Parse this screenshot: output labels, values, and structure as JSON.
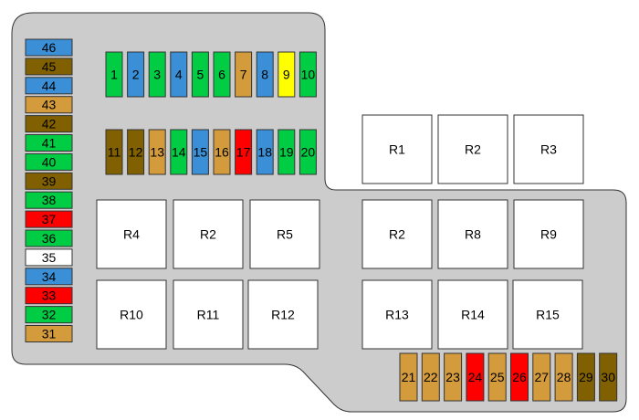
{
  "colors": {
    "blue": "#3a8fd6",
    "brown": "#806000",
    "tan": "#d39b3c",
    "green": "#00cc44",
    "yellow": "#ffff00",
    "red": "#ff0000",
    "white": "#ffffff",
    "panel": "#cccccc",
    "outline": "#333333"
  },
  "fuses": [
    {
      "label": "46",
      "color": "blue"
    },
    {
      "label": "45",
      "color": "brown"
    },
    {
      "label": "44",
      "color": "blue"
    },
    {
      "label": "43",
      "color": "tan"
    },
    {
      "label": "42",
      "color": "brown"
    },
    {
      "label": "41",
      "color": "green"
    },
    {
      "label": "40",
      "color": "green"
    },
    {
      "label": "39",
      "color": "brown"
    },
    {
      "label": "38",
      "color": "green"
    },
    {
      "label": "37",
      "color": "red"
    },
    {
      "label": "36",
      "color": "green"
    },
    {
      "label": "35",
      "color": "white"
    },
    {
      "label": "34",
      "color": "blue"
    },
    {
      "label": "33",
      "color": "red"
    },
    {
      "label": "32",
      "color": "green"
    },
    {
      "label": "31",
      "color": "tan"
    },
    {
      "label": "1",
      "color": "green"
    },
    {
      "label": "2",
      "color": "blue"
    },
    {
      "label": "3",
      "color": "green"
    },
    {
      "label": "4",
      "color": "blue"
    },
    {
      "label": "5",
      "color": "green"
    },
    {
      "label": "6",
      "color": "green"
    },
    {
      "label": "7",
      "color": "tan"
    },
    {
      "label": "8",
      "color": "blue"
    },
    {
      "label": "9",
      "color": "yellow"
    },
    {
      "label": "10",
      "color": "green"
    },
    {
      "label": "11",
      "color": "brown"
    },
    {
      "label": "12",
      "color": "brown"
    },
    {
      "label": "13",
      "color": "tan"
    },
    {
      "label": "14",
      "color": "green"
    },
    {
      "label": "15",
      "color": "blue"
    },
    {
      "label": "16",
      "color": "tan"
    },
    {
      "label": "17",
      "color": "red"
    },
    {
      "label": "18",
      "color": "blue"
    },
    {
      "label": "19",
      "color": "green"
    },
    {
      "label": "20",
      "color": "green"
    },
    {
      "label": "21",
      "color": "tan"
    },
    {
      "label": "22",
      "color": "tan"
    },
    {
      "label": "23",
      "color": "tan"
    },
    {
      "label": "24",
      "color": "red"
    },
    {
      "label": "25",
      "color": "tan"
    },
    {
      "label": "26",
      "color": "red"
    },
    {
      "label": "27",
      "color": "tan"
    },
    {
      "label": "28",
      "color": "tan"
    },
    {
      "label": "29",
      "color": "brown"
    },
    {
      "label": "30",
      "color": "brown"
    }
  ],
  "relays": [
    {
      "label": "R1"
    },
    {
      "label": "R2"
    },
    {
      "label": "R3"
    },
    {
      "label": "R4"
    },
    {
      "label": "R2"
    },
    {
      "label": "R5"
    },
    {
      "label": "R2"
    },
    {
      "label": "R8"
    },
    {
      "label": "R9"
    },
    {
      "label": "R10"
    },
    {
      "label": "R11"
    },
    {
      "label": "R12"
    },
    {
      "label": "R13"
    },
    {
      "label": "R14"
    },
    {
      "label": "R15"
    }
  ]
}
